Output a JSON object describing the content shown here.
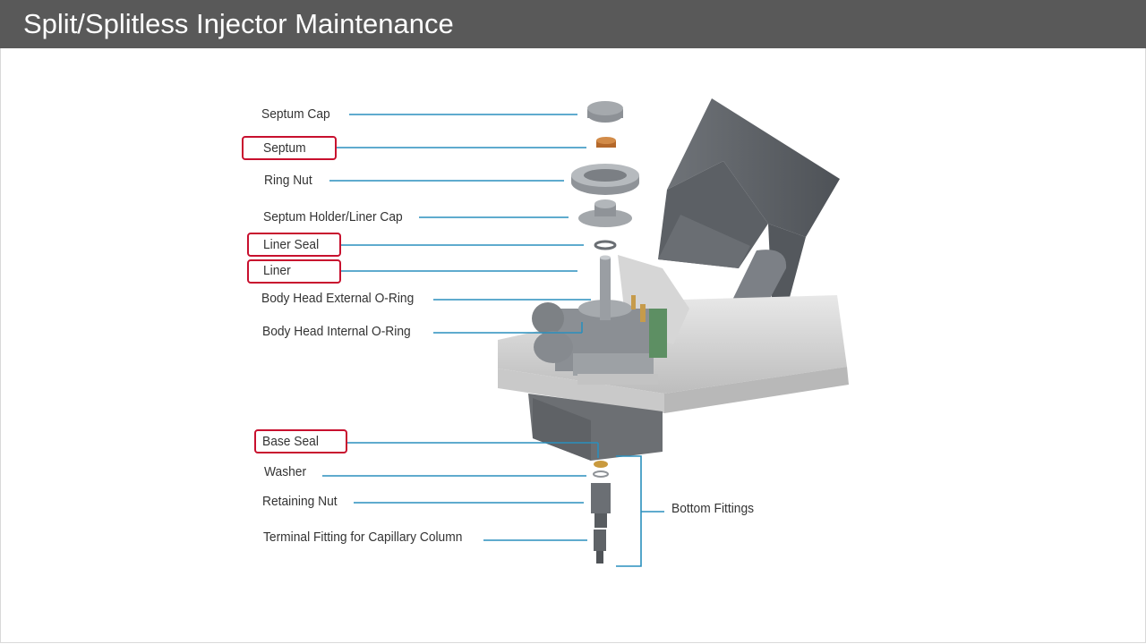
{
  "header": {
    "title": "Split/Splitless Injector Maintenance"
  },
  "colors": {
    "header_bg": "#595959",
    "leader_line": "#2a8fbd",
    "highlight_box": "#c8102e"
  },
  "labels": {
    "septum_cap": "Septum Cap",
    "septum": "Septum",
    "ring_nut": "Ring Nut",
    "septum_holder_liner_cap": "Septum Holder/Liner Cap",
    "liner_seal": "Liner Seal",
    "liner": "Liner",
    "body_head_external_o_ring": "Body Head External O-Ring",
    "body_head_internal_o_ring": "Body Head Internal O-Ring",
    "base_seal": "Base Seal",
    "washer": "Washer",
    "retaining_nut": "Retaining Nut",
    "terminal_fitting": "Terminal Fitting for Capillary Column",
    "bottom_fittings": "Bottom Fittings"
  },
  "highlighted_parts": [
    "Septum",
    "Liner Seal",
    "Liner",
    "Base Seal"
  ]
}
